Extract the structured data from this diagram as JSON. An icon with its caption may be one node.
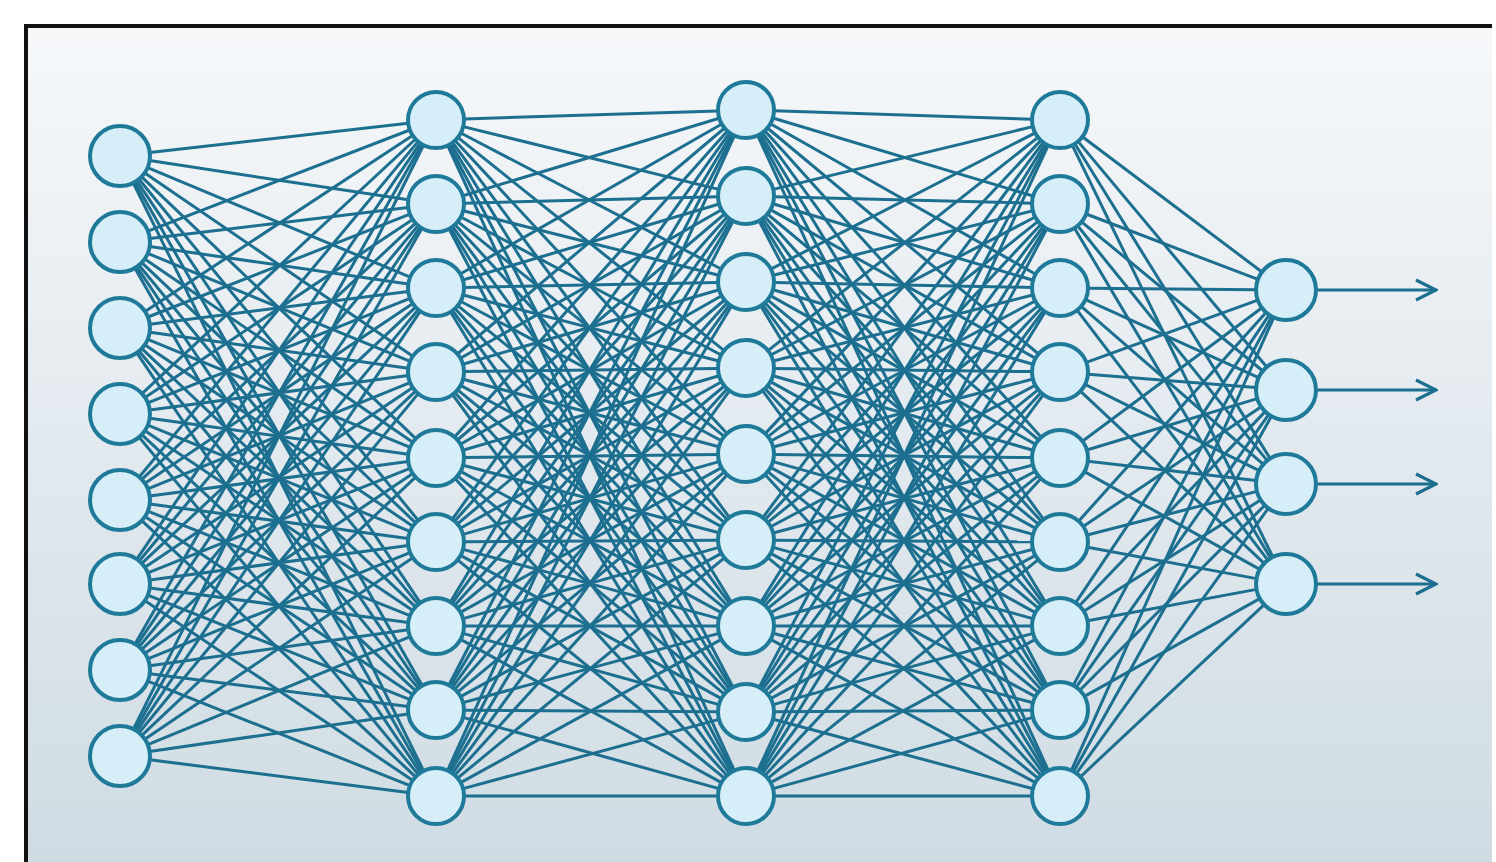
{
  "diagram": {
    "nodes": [
      {
        "text": [],
        "shape": "circle"
      },
      {
        "text": [],
        "shape": "circle"
      },
      {
        "text": [],
        "shape": "circle"
      },
      {
        "text": [],
        "shape": "circle"
      },
      {
        "text": [],
        "shape": "circle"
      },
      {
        "text": [],
        "shape": "circle"
      },
      {
        "text": [],
        "shape": "circle"
      },
      {
        "text": [],
        "shape": "circle"
      },
      {
        "text": [],
        "shape": "circle"
      },
      {
        "text": [],
        "shape": "circle"
      },
      {
        "text": [],
        "shape": "circle"
      },
      {
        "text": [],
        "shape": "circle"
      },
      {
        "text": [],
        "shape": "circle"
      },
      {
        "text": [],
        "shape": "circle"
      },
      {
        "text": [],
        "shape": "circle"
      },
      {
        "text": [],
        "shape": "circle"
      },
      {
        "text": [],
        "shape": "circle"
      },
      {
        "text": [],
        "shape": "circle"
      },
      {
        "text": [],
        "shape": "circle"
      },
      {
        "text": [],
        "shape": "circle"
      },
      {
        "text": [],
        "shape": "circle"
      },
      {
        "text": [],
        "shape": "circle"
      },
      {
        "text": [],
        "shape": "circle"
      },
      {
        "text": [],
        "shape": "circle"
      },
      {
        "text": [],
        "shape": "circle"
      },
      {
        "text": [],
        "shape": "circle"
      },
      {
        "text": [],
        "shape": "circle"
      },
      {
        "text": [],
        "shape": "circle"
      },
      {
        "text": [],
        "shape": "circle"
      },
      {
        "text": [],
        "shape": "circle"
      },
      {
        "text": [],
        "shape": "circle"
      },
      {
        "text": [],
        "shape": "circle"
      },
      {
        "text": [],
        "shape": "circle"
      },
      {
        "text": [],
        "shape": "circle"
      },
      {
        "text": [],
        "shape": "circle"
      },
      {
        "text": [],
        "shape": "circle"
      },
      {
        "text": [],
        "shape": "circle"
      },
      {
        "text": [],
        "shape": "circle"
      },
      {
        "text": [],
        "shape": "circle"
      }
    ],
    "edges": [
      {
        "from": 0,
        "to": 8,
        "arrow": "none"
      },
      {
        "from": 0,
        "to": 9,
        "arrow": "none"
      },
      {
        "from": 0,
        "to": 10,
        "arrow": "none"
      },
      {
        "from": 0,
        "to": 11,
        "arrow": "none"
      },
      {
        "from": 0,
        "to": 12,
        "arrow": "none"
      },
      {
        "from": 0,
        "to": 13,
        "arrow": "none"
      },
      {
        "from": 0,
        "to": 14,
        "arrow": "none"
      },
      {
        "from": 0,
        "to": 15,
        "arrow": "none"
      },
      {
        "from": 0,
        "to": 16,
        "arrow": "none"
      },
      {
        "from": 1,
        "to": 8,
        "arrow": "none"
      },
      {
        "from": 1,
        "to": 9,
        "arrow": "none"
      },
      {
        "from": 1,
        "to": 10,
        "arrow": "none"
      },
      {
        "from": 1,
        "to": 11,
        "arrow": "none"
      },
      {
        "from": 1,
        "to": 12,
        "arrow": "none"
      },
      {
        "from": 1,
        "to": 13,
        "arrow": "none"
      },
      {
        "from": 1,
        "to": 14,
        "arrow": "none"
      },
      {
        "from": 1,
        "to": 15,
        "arrow": "none"
      },
      {
        "from": 1,
        "to": 16,
        "arrow": "none"
      },
      {
        "from": 2,
        "to": 8,
        "arrow": "none"
      },
      {
        "from": 2,
        "to": 9,
        "arrow": "none"
      },
      {
        "from": 2,
        "to": 10,
        "arrow": "none"
      },
      {
        "from": 2,
        "to": 11,
        "arrow": "none"
      },
      {
        "from": 2,
        "to": 12,
        "arrow": "none"
      },
      {
        "from": 2,
        "to": 13,
        "arrow": "none"
      },
      {
        "from": 2,
        "to": 14,
        "arrow": "none"
      },
      {
        "from": 2,
        "to": 15,
        "arrow": "none"
      },
      {
        "from": 2,
        "to": 16,
        "arrow": "none"
      },
      {
        "from": 3,
        "to": 8,
        "arrow": "none"
      },
      {
        "from": 3,
        "to": 9,
        "arrow": "none"
      },
      {
        "from": 3,
        "to": 10,
        "arrow": "none"
      },
      {
        "from": 3,
        "to": 11,
        "arrow": "none"
      },
      {
        "from": 3,
        "to": 12,
        "arrow": "none"
      },
      {
        "from": 3,
        "to": 13,
        "arrow": "none"
      },
      {
        "from": 3,
        "to": 14,
        "arrow": "none"
      },
      {
        "from": 3,
        "to": 15,
        "arrow": "none"
      },
      {
        "from": 3,
        "to": 16,
        "arrow": "none"
      },
      {
        "from": 4,
        "to": 8,
        "arrow": "none"
      },
      {
        "from": 4,
        "to": 9,
        "arrow": "none"
      },
      {
        "from": 4,
        "to": 10,
        "arrow": "none"
      },
      {
        "from": 4,
        "to": 11,
        "arrow": "none"
      },
      {
        "from": 4,
        "to": 12,
        "arrow": "none"
      },
      {
        "from": 4,
        "to": 13,
        "arrow": "none"
      },
      {
        "from": 4,
        "to": 14,
        "arrow": "none"
      },
      {
        "from": 4,
        "to": 15,
        "arrow": "none"
      },
      {
        "from": 4,
        "to": 16,
        "arrow": "none"
      },
      {
        "from": 5,
        "to": 8,
        "arrow": "none"
      },
      {
        "from": 5,
        "to": 9,
        "arrow": "none"
      },
      {
        "from": 5,
        "to": 10,
        "arrow": "none"
      },
      {
        "from": 5,
        "to": 11,
        "arrow": "none"
      },
      {
        "from": 5,
        "to": 12,
        "arrow": "none"
      },
      {
        "from": 5,
        "to": 13,
        "arrow": "none"
      },
      {
        "from": 5,
        "to": 14,
        "arrow": "none"
      },
      {
        "from": 5,
        "to": 15,
        "arrow": "none"
      },
      {
        "from": 5,
        "to": 16,
        "arrow": "none"
      },
      {
        "from": 6,
        "to": 8,
        "arrow": "none"
      },
      {
        "from": 6,
        "to": 9,
        "arrow": "none"
      },
      {
        "from": 6,
        "to": 10,
        "arrow": "none"
      },
      {
        "from": 6,
        "to": 11,
        "arrow": "none"
      },
      {
        "from": 6,
        "to": 12,
        "arrow": "none"
      },
      {
        "from": 6,
        "to": 13,
        "arrow": "none"
      },
      {
        "from": 6,
        "to": 14,
        "arrow": "none"
      },
      {
        "from": 6,
        "to": 15,
        "arrow": "none"
      },
      {
        "from": 6,
        "to": 16,
        "arrow": "none"
      },
      {
        "from": 7,
        "to": 8,
        "arrow": "none"
      },
      {
        "from": 7,
        "to": 9,
        "arrow": "none"
      },
      {
        "from": 7,
        "to": 10,
        "arrow": "none"
      },
      {
        "from": 7,
        "to": 11,
        "arrow": "none"
      },
      {
        "from": 7,
        "to": 12,
        "arrow": "none"
      },
      {
        "from": 7,
        "to": 13,
        "arrow": "none"
      },
      {
        "from": 7,
        "to": 14,
        "arrow": "none"
      },
      {
        "from": 7,
        "to": 15,
        "arrow": "none"
      },
      {
        "from": 7,
        "to": 16,
        "arrow": "none"
      },
      {
        "from": 8,
        "to": 17,
        "arrow": "none"
      },
      {
        "from": 8,
        "to": 18,
        "arrow": "none"
      },
      {
        "from": 8,
        "to": 19,
        "arrow": "none"
      },
      {
        "from": 8,
        "to": 20,
        "arrow": "none"
      },
      {
        "from": 8,
        "to": 21,
        "arrow": "none"
      },
      {
        "from": 8,
        "to": 22,
        "arrow": "none"
      },
      {
        "from": 8,
        "to": 23,
        "arrow": "none"
      },
      {
        "from": 8,
        "to": 24,
        "arrow": "none"
      },
      {
        "from": 8,
        "to": 25,
        "arrow": "none"
      },
      {
        "from": 9,
        "to": 17,
        "arrow": "none"
      },
      {
        "from": 9,
        "to": 18,
        "arrow": "none"
      },
      {
        "from": 9,
        "to": 19,
        "arrow": "none"
      },
      {
        "from": 9,
        "to": 20,
        "arrow": "none"
      },
      {
        "from": 9,
        "to": 21,
        "arrow": "none"
      },
      {
        "from": 9,
        "to": 22,
        "arrow": "none"
      },
      {
        "from": 9,
        "to": 23,
        "arrow": "none"
      },
      {
        "from": 9,
        "to": 24,
        "arrow": "none"
      },
      {
        "from": 9,
        "to": 25,
        "arrow": "none"
      },
      {
        "from": 10,
        "to": 17,
        "arrow": "none"
      },
      {
        "from": 10,
        "to": 18,
        "arrow": "none"
      },
      {
        "from": 10,
        "to": 19,
        "arrow": "none"
      },
      {
        "from": 10,
        "to": 20,
        "arrow": "none"
      },
      {
        "from": 10,
        "to": 21,
        "arrow": "none"
      },
      {
        "from": 10,
        "to": 22,
        "arrow": "none"
      },
      {
        "from": 10,
        "to": 23,
        "arrow": "none"
      },
      {
        "from": 10,
        "to": 24,
        "arrow": "none"
      },
      {
        "from": 10,
        "to": 25,
        "arrow": "none"
      },
      {
        "from": 11,
        "to": 17,
        "arrow": "none"
      },
      {
        "from": 11,
        "to": 18,
        "arrow": "none"
      },
      {
        "from": 11,
        "to": 19,
        "arrow": "none"
      },
      {
        "from": 11,
        "to": 20,
        "arrow": "none"
      },
      {
        "from": 11,
        "to": 21,
        "arrow": "none"
      },
      {
        "from": 11,
        "to": 22,
        "arrow": "none"
      },
      {
        "from": 11,
        "to": 23,
        "arrow": "none"
      },
      {
        "from": 11,
        "to": 24,
        "arrow": "none"
      },
      {
        "from": 11,
        "to": 25,
        "arrow": "none"
      },
      {
        "from": 12,
        "to": 17,
        "arrow": "none"
      },
      {
        "from": 12,
        "to": 18,
        "arrow": "none"
      },
      {
        "from": 12,
        "to": 19,
        "arrow": "none"
      },
      {
        "from": 12,
        "to": 20,
        "arrow": "none"
      },
      {
        "from": 12,
        "to": 21,
        "arrow": "none"
      },
      {
        "from": 12,
        "to": 22,
        "arrow": "none"
      },
      {
        "from": 12,
        "to": 23,
        "arrow": "none"
      },
      {
        "from": 12,
        "to": 24,
        "arrow": "none"
      },
      {
        "from": 12,
        "to": 25,
        "arrow": "none"
      },
      {
        "from": 13,
        "to": 17,
        "arrow": "none"
      },
      {
        "from": 13,
        "to": 18,
        "arrow": "none"
      },
      {
        "from": 13,
        "to": 19,
        "arrow": "none"
      },
      {
        "from": 13,
        "to": 20,
        "arrow": "none"
      },
      {
        "from": 13,
        "to": 21,
        "arrow": "none"
      },
      {
        "from": 13,
        "to": 22,
        "arrow": "none"
      },
      {
        "from": 13,
        "to": 23,
        "arrow": "none"
      },
      {
        "from": 13,
        "to": 24,
        "arrow": "none"
      },
      {
        "from": 13,
        "to": 25,
        "arrow": "none"
      },
      {
        "from": 14,
        "to": 17,
        "arrow": "none"
      },
      {
        "from": 14,
        "to": 18,
        "arrow": "none"
      },
      {
        "from": 14,
        "to": 19,
        "arrow": "none"
      },
      {
        "from": 14,
        "to": 20,
        "arrow": "none"
      },
      {
        "from": 14,
        "to": 21,
        "arrow": "none"
      },
      {
        "from": 14,
        "to": 22,
        "arrow": "none"
      },
      {
        "from": 14,
        "to": 23,
        "arrow": "none"
      },
      {
        "from": 14,
        "to": 24,
        "arrow": "none"
      },
      {
        "from": 14,
        "to": 25,
        "arrow": "none"
      },
      {
        "from": 15,
        "to": 17,
        "arrow": "none"
      },
      {
        "from": 15,
        "to": 18,
        "arrow": "none"
      },
      {
        "from": 15,
        "to": 19,
        "arrow": "none"
      },
      {
        "from": 15,
        "to": 20,
        "arrow": "none"
      },
      {
        "from": 15,
        "to": 21,
        "arrow": "none"
      },
      {
        "from": 15,
        "to": 22,
        "arrow": "none"
      },
      {
        "from": 15,
        "to": 23,
        "arrow": "none"
      },
      {
        "from": 15,
        "to": 24,
        "arrow": "none"
      },
      {
        "from": 15,
        "to": 25,
        "arrow": "none"
      },
      {
        "from": 16,
        "to": 17,
        "arrow": "none"
      },
      {
        "from": 16,
        "to": 18,
        "arrow": "none"
      },
      {
        "from": 16,
        "to": 19,
        "arrow": "none"
      },
      {
        "from": 16,
        "to": 20,
        "arrow": "none"
      },
      {
        "from": 16,
        "to": 21,
        "arrow": "none"
      },
      {
        "from": 16,
        "to": 22,
        "arrow": "none"
      },
      {
        "from": 16,
        "to": 23,
        "arrow": "none"
      },
      {
        "from": 16,
        "to": 24,
        "arrow": "none"
      },
      {
        "from": 16,
        "to": 25,
        "arrow": "none"
      },
      {
        "from": 17,
        "to": 26,
        "arrow": "none"
      },
      {
        "from": 17,
        "to": 27,
        "arrow": "none"
      },
      {
        "from": 17,
        "to": 28,
        "arrow": "none"
      },
      {
        "from": 17,
        "to": 29,
        "arrow": "none"
      },
      {
        "from": 17,
        "to": 30,
        "arrow": "none"
      },
      {
        "from": 17,
        "to": 31,
        "arrow": "none"
      },
      {
        "from": 17,
        "to": 32,
        "arrow": "none"
      },
      {
        "from": 17,
        "to": 33,
        "arrow": "none"
      },
      {
        "from": 17,
        "to": 34,
        "arrow": "none"
      },
      {
        "from": 18,
        "to": 26,
        "arrow": "none"
      },
      {
        "from": 18,
        "to": 27,
        "arrow": "none"
      },
      {
        "from": 18,
        "to": 28,
        "arrow": "none"
      },
      {
        "from": 18,
        "to": 29,
        "arrow": "none"
      },
      {
        "from": 18,
        "to": 30,
        "arrow": "none"
      },
      {
        "from": 18,
        "to": 31,
        "arrow": "none"
      },
      {
        "from": 18,
        "to": 32,
        "arrow": "none"
      },
      {
        "from": 18,
        "to": 33,
        "arrow": "none"
      },
      {
        "from": 18,
        "to": 34,
        "arrow": "none"
      },
      {
        "from": 19,
        "to": 26,
        "arrow": "none"
      },
      {
        "from": 19,
        "to": 27,
        "arrow": "none"
      },
      {
        "from": 19,
        "to": 28,
        "arrow": "none"
      },
      {
        "from": 19,
        "to": 29,
        "arrow": "none"
      },
      {
        "from": 19,
        "to": 30,
        "arrow": "none"
      },
      {
        "from": 19,
        "to": 31,
        "arrow": "none"
      },
      {
        "from": 19,
        "to": 32,
        "arrow": "none"
      },
      {
        "from": 19,
        "to": 33,
        "arrow": "none"
      },
      {
        "from": 19,
        "to": 34,
        "arrow": "none"
      },
      {
        "from": 20,
        "to": 26,
        "arrow": "none"
      },
      {
        "from": 20,
        "to": 27,
        "arrow": "none"
      },
      {
        "from": 20,
        "to": 28,
        "arrow": "none"
      },
      {
        "from": 20,
        "to": 29,
        "arrow": "none"
      },
      {
        "from": 20,
        "to": 30,
        "arrow": "none"
      },
      {
        "from": 20,
        "to": 31,
        "arrow": "none"
      },
      {
        "from": 20,
        "to": 32,
        "arrow": "none"
      },
      {
        "from": 20,
        "to": 33,
        "arrow": "none"
      },
      {
        "from": 20,
        "to": 34,
        "arrow": "none"
      },
      {
        "from": 21,
        "to": 26,
        "arrow": "none"
      },
      {
        "from": 21,
        "to": 27,
        "arrow": "none"
      },
      {
        "from": 21,
        "to": 28,
        "arrow": "none"
      },
      {
        "from": 21,
        "to": 29,
        "arrow": "none"
      },
      {
        "from": 21,
        "to": 30,
        "arrow": "none"
      },
      {
        "from": 21,
        "to": 31,
        "arrow": "none"
      },
      {
        "from": 21,
        "to": 32,
        "arrow": "none"
      },
      {
        "from": 21,
        "to": 33,
        "arrow": "none"
      },
      {
        "from": 21,
        "to": 34,
        "arrow": "none"
      },
      {
        "from": 22,
        "to": 26,
        "arrow": "none"
      },
      {
        "from": 22,
        "to": 27,
        "arrow": "none"
      },
      {
        "from": 22,
        "to": 28,
        "arrow": "none"
      },
      {
        "from": 22,
        "to": 29,
        "arrow": "none"
      },
      {
        "from": 22,
        "to": 30,
        "arrow": "none"
      },
      {
        "from": 22,
        "to": 31,
        "arrow": "none"
      },
      {
        "from": 22,
        "to": 32,
        "arrow": "none"
      },
      {
        "from": 22,
        "to": 33,
        "arrow": "none"
      },
      {
        "from": 22,
        "to": 34,
        "arrow": "none"
      },
      {
        "from": 23,
        "to": 26,
        "arrow": "none"
      },
      {
        "from": 23,
        "to": 27,
        "arrow": "none"
      },
      {
        "from": 23,
        "to": 28,
        "arrow": "none"
      },
      {
        "from": 23,
        "to": 29,
        "arrow": "none"
      },
      {
        "from": 23,
        "to": 30,
        "arrow": "none"
      },
      {
        "from": 23,
        "to": 31,
        "arrow": "none"
      },
      {
        "from": 23,
        "to": 32,
        "arrow": "none"
      },
      {
        "from": 23,
        "to": 33,
        "arrow": "none"
      },
      {
        "from": 23,
        "to": 34,
        "arrow": "none"
      },
      {
        "from": 24,
        "to": 26,
        "arrow": "none"
      },
      {
        "from": 24,
        "to": 27,
        "arrow": "none"
      },
      {
        "from": 24,
        "to": 28,
        "arrow": "none"
      },
      {
        "from": 24,
        "to": 29,
        "arrow": "none"
      },
      {
        "from": 24,
        "to": 30,
        "arrow": "none"
      },
      {
        "from": 24,
        "to": 31,
        "arrow": "none"
      },
      {
        "from": 24,
        "to": 32,
        "arrow": "none"
      },
      {
        "from": 24,
        "to": 33,
        "arrow": "none"
      },
      {
        "from": 24,
        "to": 34,
        "arrow": "none"
      },
      {
        "from": 25,
        "to": 26,
        "arrow": "none"
      },
      {
        "from": 25,
        "to": 27,
        "arrow": "none"
      },
      {
        "from": 25,
        "to": 28,
        "arrow": "none"
      },
      {
        "from": 25,
        "to": 29,
        "arrow": "none"
      },
      {
        "from": 25,
        "to": 30,
        "arrow": "none"
      },
      {
        "from": 25,
        "to": 31,
        "arrow": "none"
      },
      {
        "from": 25,
        "to": 32,
        "arrow": "none"
      },
      {
        "from": 25,
        "to": 33,
        "arrow": "none"
      },
      {
        "from": 25,
        "to": 34,
        "arrow": "none"
      },
      {
        "from": 26,
        "to": 35,
        "arrow": "none"
      },
      {
        "from": 26,
        "to": 36,
        "arrow": "none"
      },
      {
        "from": 26,
        "to": 37,
        "arrow": "none"
      },
      {
        "from": 26,
        "to": 38,
        "arrow": "none"
      },
      {
        "from": 27,
        "to": 35,
        "arrow": "none"
      },
      {
        "from": 27,
        "to": 36,
        "arrow": "none"
      },
      {
        "from": 27,
        "to": 37,
        "arrow": "none"
      },
      {
        "from": 27,
        "to": 38,
        "arrow": "none"
      },
      {
        "from": 28,
        "to": 35,
        "arrow": "none"
      },
      {
        "from": 28,
        "to": 36,
        "arrow": "none"
      },
      {
        "from": 28,
        "to": 37,
        "arrow": "none"
      },
      {
        "from": 28,
        "to": 38,
        "arrow": "none"
      },
      {
        "from": 29,
        "to": 35,
        "arrow": "none"
      },
      {
        "from": 29,
        "to": 36,
        "arrow": "none"
      },
      {
        "from": 29,
        "to": 37,
        "arrow": "none"
      },
      {
        "from": 29,
        "to": 38,
        "arrow": "none"
      },
      {
        "from": 30,
        "to": 35,
        "arrow": "none"
      },
      {
        "from": 30,
        "to": 36,
        "arrow": "none"
      },
      {
        "from": 30,
        "to": 37,
        "arrow": "none"
      },
      {
        "from": 30,
        "to": 38,
        "arrow": "none"
      },
      {
        "from": 31,
        "to": 35,
        "arrow": "none"
      },
      {
        "from": 31,
        "to": 36,
        "arrow": "none"
      },
      {
        "from": 31,
        "to": 37,
        "arrow": "none"
      },
      {
        "from": 31,
        "to": 38,
        "arrow": "none"
      },
      {
        "from": 32,
        "to": 35,
        "arrow": "none"
      },
      {
        "from": 32,
        "to": 36,
        "arrow": "none"
      },
      {
        "from": 32,
        "to": 37,
        "arrow": "none"
      },
      {
        "from": 32,
        "to": 38,
        "arrow": "none"
      },
      {
        "from": 33,
        "to": 35,
        "arrow": "none"
      },
      {
        "from": 33,
        "to": 36,
        "arrow": "none"
      },
      {
        "from": 33,
        "to": 37,
        "arrow": "none"
      },
      {
        "from": 33,
        "to": 38,
        "arrow": "none"
      },
      {
        "from": 34,
        "to": 35,
        "arrow": "none"
      },
      {
        "from": 34,
        "to": 36,
        "arrow": "none"
      },
      {
        "from": 34,
        "to": 37,
        "arrow": "none"
      },
      {
        "from": 34,
        "to": 38,
        "arrow": "none"
      },
      {
        "from": 35,
        "to": null,
        "arrow": "to"
      },
      {
        "from": 36,
        "to": null,
        "arrow": "to"
      },
      {
        "from": 37,
        "to": null,
        "arrow": "to"
      },
      {
        "from": 38,
        "to": null,
        "arrow": "to"
      }
    ]
  }
}
